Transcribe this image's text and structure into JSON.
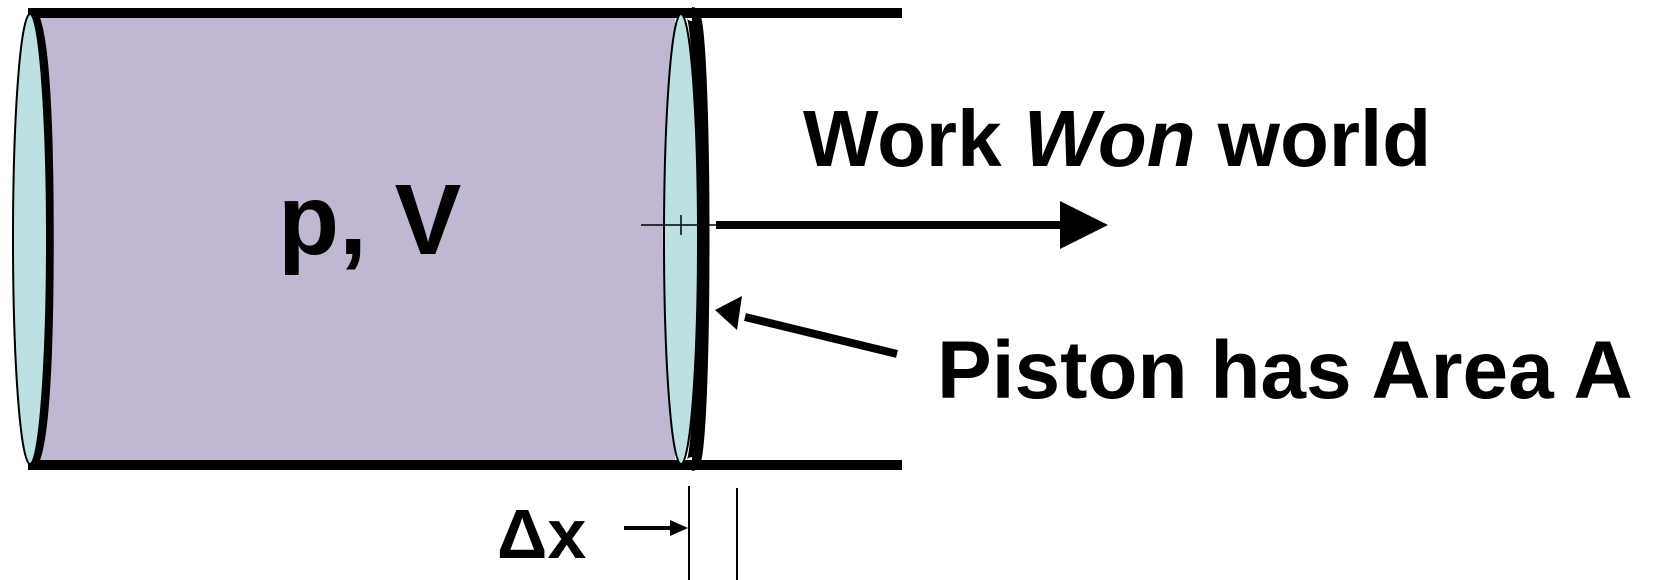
{
  "labels": {
    "state": "p, V",
    "work_prefix": "Work ",
    "work_symbol": "W",
    "work_on": "on",
    "work_suffix": " world",
    "piston": "Piston has Area A",
    "delta": "Δx"
  },
  "colors": {
    "gas": "#c0b8d2",
    "end_cap": "#bde0e3",
    "outline": "#000000",
    "background": "#ffffff"
  }
}
